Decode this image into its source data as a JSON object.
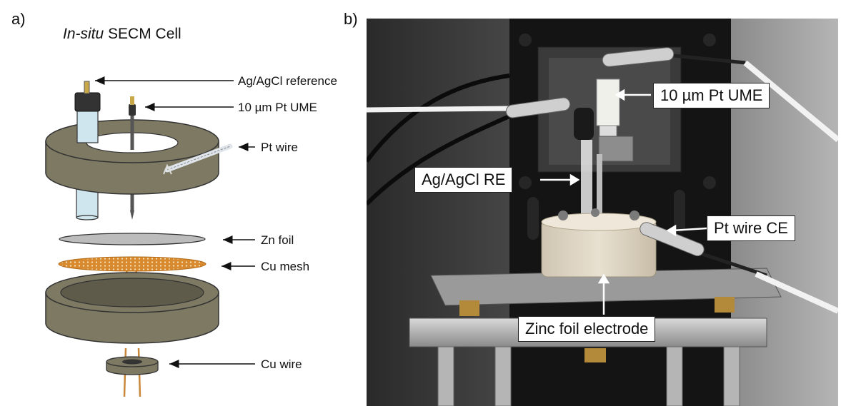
{
  "panel_a": {
    "letter": "a)",
    "title_italic": "In-situ",
    "title_rest": " SECM Cell",
    "labels": {
      "ref": "Ag/AgCl reference",
      "ume": "10 µm Pt UME",
      "pt_wire": "Pt wire",
      "zn_foil": "Zn foil",
      "cu_mesh": "Cu mesh",
      "cu_wire": "Cu wire"
    }
  },
  "panel_b": {
    "letter": "b)",
    "callouts": {
      "ume": "10 µm Pt UME",
      "re": "Ag/AgCl RE",
      "ce": "Pt wire CE",
      "zinc": "Zinc foil electrode"
    }
  },
  "colors": {
    "cell_body": "#7d7963",
    "cell_dark": "#5e5b4a",
    "cu_mesh": "#d98a2e",
    "cu_wire": "#c9873a",
    "zn_foil": "#bcbcbc"
  }
}
